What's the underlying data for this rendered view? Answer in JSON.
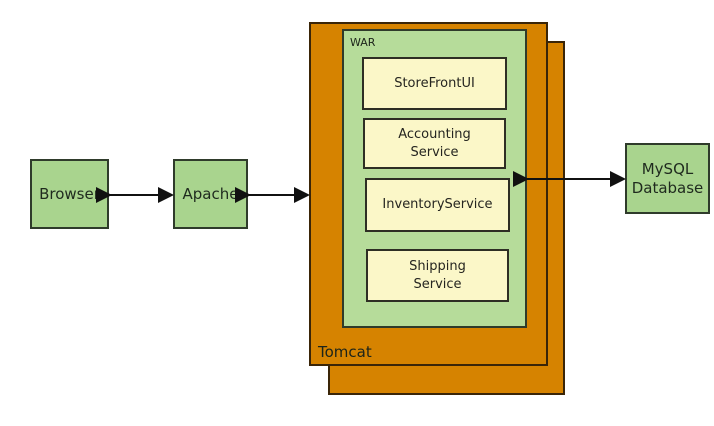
{
  "diagram": {
    "browser_label": "Browser",
    "apache_label": "Apache",
    "tomcat_label": "Tomcat",
    "war_label": "WAR",
    "mysql_label_line1": "MySQL",
    "mysql_label_line2": "Database",
    "services": {
      "storefront": "StoreFrontUI",
      "accounting_line1": "Accounting",
      "accounting_line2": "Service",
      "inventory": "InventoryService",
      "shipping_line1": "Shipping",
      "shipping_line2": "Service"
    }
  },
  "colors": {
    "tomcat_orange": "#d68300",
    "component_green": "#a9d48e",
    "service_cream": "#fbf7c8"
  }
}
